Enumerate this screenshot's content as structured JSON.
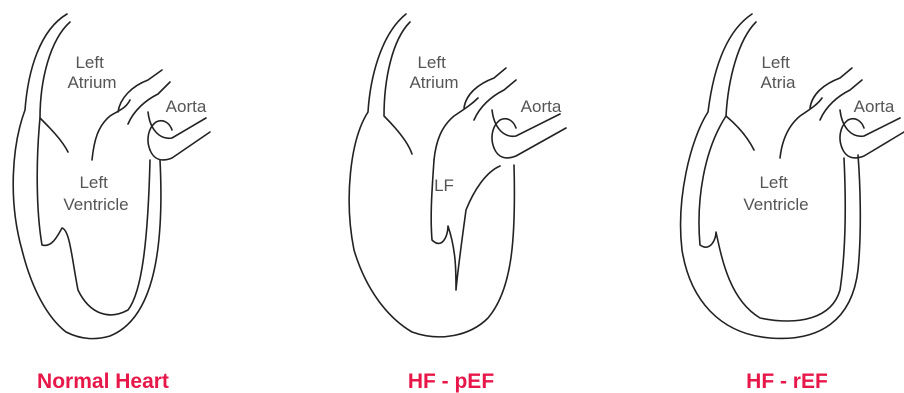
{
  "colors": {
    "caption": "#e8174a",
    "label": "#555555",
    "outline": "#222222",
    "background": "#ffffff"
  },
  "panels": [
    {
      "left_atrium": [
        "Left",
        "Atrium"
      ],
      "aorta": "Aorta",
      "ventricle": [
        "Left",
        "Ventricle"
      ],
      "caption": "Normal Heart"
    },
    {
      "left_atrium": [
        "Left",
        "Atrium"
      ],
      "aorta": "Aorta",
      "ventricle": [
        "LF"
      ],
      "caption": "HF - pEF"
    },
    {
      "left_atrium": [
        "Left",
        "Atria"
      ],
      "aorta": "Aorta",
      "ventricle": [
        "Left",
        "Ventricle"
      ],
      "caption": "HF - rEF"
    }
  ]
}
